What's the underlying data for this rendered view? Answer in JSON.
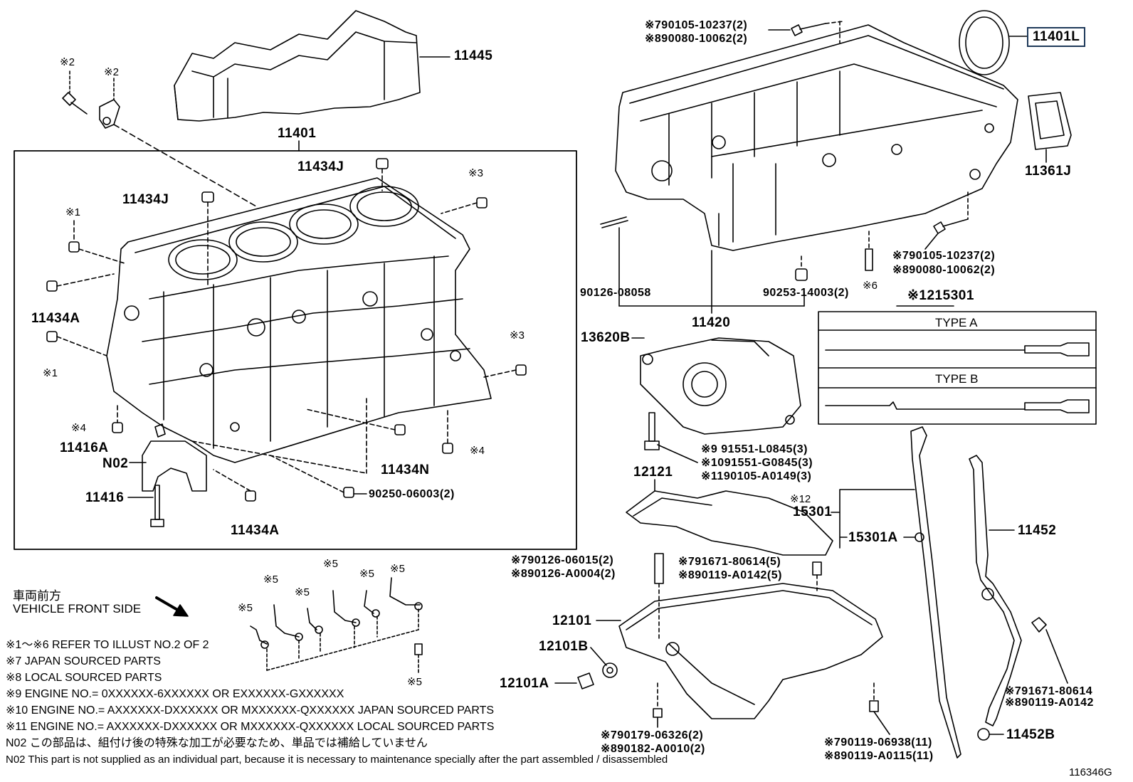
{
  "labels": {
    "p11445": "11445",
    "p11401": "11401",
    "p11434J_a": "11434J",
    "p11434J_b": "11434J",
    "p11434A_a": "11434A",
    "p11434A_b": "11434A",
    "p11416A": "11416A",
    "pN02": "N02",
    "p11416": "11416",
    "p11434N": "11434N",
    "p90250": "90250-06003(2)",
    "note2a": "※2",
    "note2b": "※2",
    "note1a": "※1",
    "note1b": "※1",
    "note3a": "※3",
    "note3b": "※3",
    "note4a": "※4",
    "note4b": "※4",
    "p11401L": "11401L",
    "p11361J": "11361J",
    "topbolt1": "※790105-10237(2)",
    "topbolt2": "※890080-10062(2)",
    "rbolt1": "※790105-10237(2)",
    "rbolt2": "※890080-10062(2)",
    "p90126_08058": "90126-08058",
    "p90253": "90253-14003(2)",
    "note6": "※6",
    "p11420": "11420",
    "p15301_top": "※1215301",
    "p13620B": "13620B",
    "oilpump1": "※9  91551-L0845(3)",
    "oilpump2": "※1091551-G0845(3)",
    "oilpump3": "※1190105-A0149(3)",
    "p12121": "12121",
    "p15301_note": "※12",
    "p15301": "15301",
    "p15301A": "15301A",
    "p11452": "11452",
    "stud1": "※790126-06015(2)",
    "stud2": "※890126-A0004(2)",
    "bolt5a": "※791671-80614(5)",
    "bolt5b": "※890119-A0142(5)",
    "p12101": "12101",
    "p12101B": "12101B",
    "p12101A": "12101A",
    "drain1": "※790179-06326(2)",
    "drain2": "※890182-A0010(2)",
    "panbolt1": "※790119-06938(11)",
    "panbolt2": "※890119-A0115(11)",
    "gauge1": "※791671-80614",
    "gauge2": "※890119-A0142",
    "p11452B": "11452B",
    "note5a": "※5",
    "note5b": "※5",
    "note5c": "※5",
    "note5d": "※5",
    "note5e": "※5",
    "note5f": "※5",
    "note5g": "※5",
    "front_jp": "車両前方",
    "front_en": "VEHICLE FRONT SIDE",
    "type_a": "TYPE A",
    "type_b": "TYPE B",
    "fig_id": "116346G"
  },
  "legend": [
    "※1～※6  REFER TO ILLUST NO.2 OF 2",
    "※7 JAPAN SOURCED PARTS",
    "※8 LOCAL SOURCED PARTS",
    "※9   ENGINE NO.= 0XXXXXX-6XXXXXX OR EXXXXXX-GXXXXXX",
    "※10 ENGINE NO.= AXXXXXX-DXXXXXX OR MXXXXXX-QXXXXXX JAPAN SOURCED PARTS",
    "※11 ENGINE NO.= AXXXXXX-DXXXXXX OR MXXXXXX-QXXXXXX LOCAL SOURCED PARTS",
    "N02  この部品は、組付け後の特殊な加工が必要なため、単品では補給していません",
    "N02  This part is not supplied as an individual part, because it is necessary to maintenance specially after the part assembled / disassembled"
  ],
  "colors": {
    "line": "#000000",
    "highlight": "#1f3a5a",
    "watermark": "#e6e6e6"
  }
}
